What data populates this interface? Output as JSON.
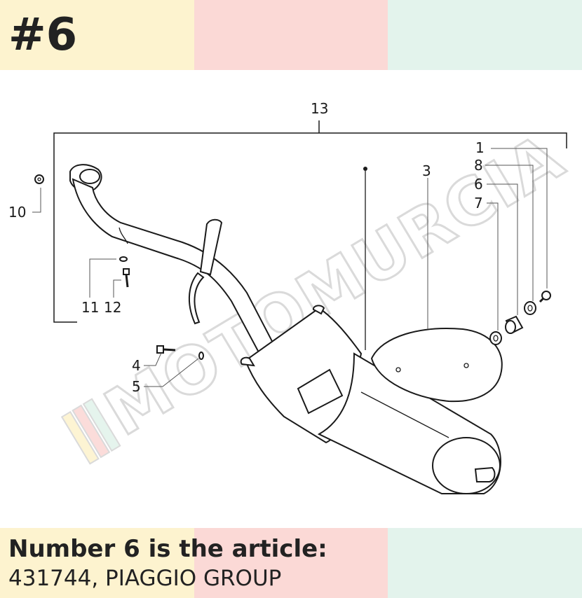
{
  "badge": {
    "text": "#6"
  },
  "caption": {
    "title": "Number 6 is the article:",
    "subtitle": "431744, PIAGGIO GROUP"
  },
  "watermark": {
    "text": "MOTOMURCIA"
  },
  "colors": {
    "yellow": "#fdf3cf",
    "pink": "#fbd9d6",
    "mint": "#e3f3ec",
    "ink": "#222222"
  },
  "callouts": {
    "c1": "1",
    "c3": "3",
    "c4": "4",
    "c5": "5",
    "c6": "6",
    "c7": "7",
    "c8": "8",
    "c10": "10",
    "c11": "11",
    "c12": "12",
    "c13": "13"
  }
}
